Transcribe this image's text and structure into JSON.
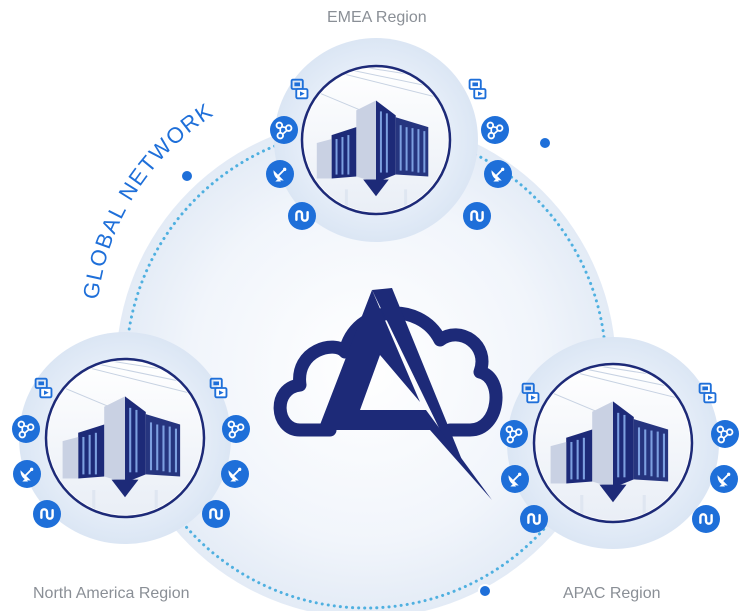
{
  "network_label": "GLOBAL NETWORK",
  "colors": {
    "navy": "#1d2a78",
    "accent_blue": "#1e6fd9",
    "dotted_ring": "#4fb0e0",
    "halo": "#e8f0fa",
    "label_gray": "#8a8f96"
  },
  "logo": {
    "icon": "cloud-triangle-logo-icon"
  },
  "regions": [
    {
      "label": "EMEA Region",
      "icons": [
        "media-icon",
        "network-share-icon",
        "satellite-icon",
        "omega-loop-icon"
      ]
    },
    {
      "label": "North America Region",
      "icons": [
        "media-icon",
        "network-share-icon",
        "satellite-icon",
        "omega-loop-icon"
      ]
    },
    {
      "label": "APAC Region",
      "icons": [
        "media-icon",
        "network-share-icon",
        "satellite-icon",
        "omega-loop-icon"
      ]
    }
  ]
}
